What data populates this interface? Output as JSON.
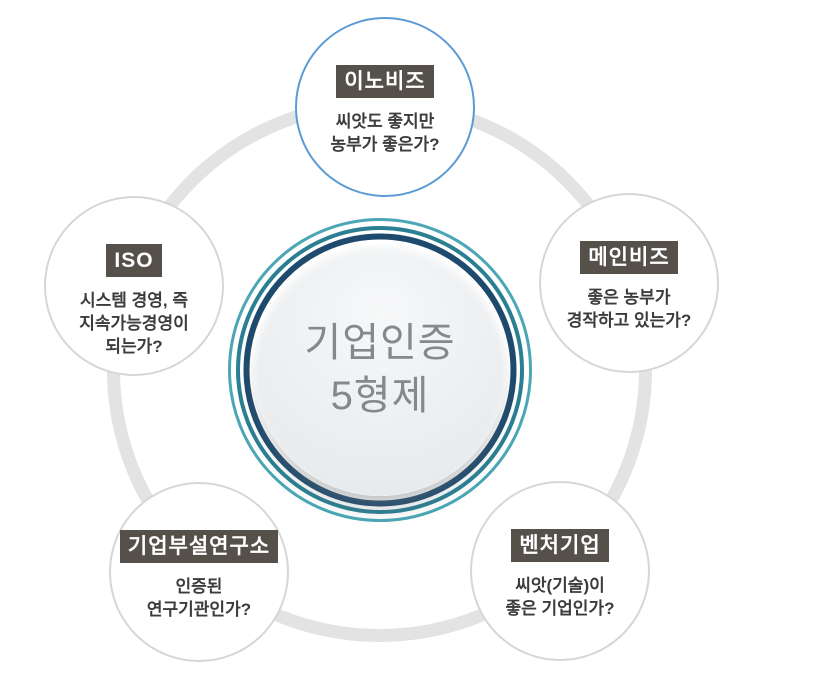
{
  "diagram": {
    "center": {
      "title": "기업인증\n5형제"
    },
    "nodes": [
      {
        "id": "innobiz",
        "label": "이노비즈",
        "question": "씨앗도 좋지만\n농부가 좋은가?"
      },
      {
        "id": "mainbiz",
        "label": "메인비즈",
        "question": "좋은 농부가\n경작하고 있는가?"
      },
      {
        "id": "iso",
        "label": "ISO",
        "question": "시스템 경영, 즉\n지속가능경영이\n되는가?"
      },
      {
        "id": "lab",
        "label": "기업부설연구소",
        "question": "인증된\n연구기관인가?"
      },
      {
        "id": "venture",
        "label": "벤처기업",
        "question": "씨앗(기술)이\n좋은 기업인가?"
      }
    ]
  },
  "colors": {
    "accent_blue": "#5B9BD5",
    "circle_border": "#D6D6D6",
    "orbit_gray": "#E3E3E4",
    "ring_teal_light": "#4BA7B5",
    "ring_teal": "#2A7F92",
    "ring_navy": "#1E4A6D",
    "label_bg": "#56504A",
    "label_text": "#FFFFFF",
    "question_text": "#3C3C3C",
    "title_text": "#85888C"
  }
}
